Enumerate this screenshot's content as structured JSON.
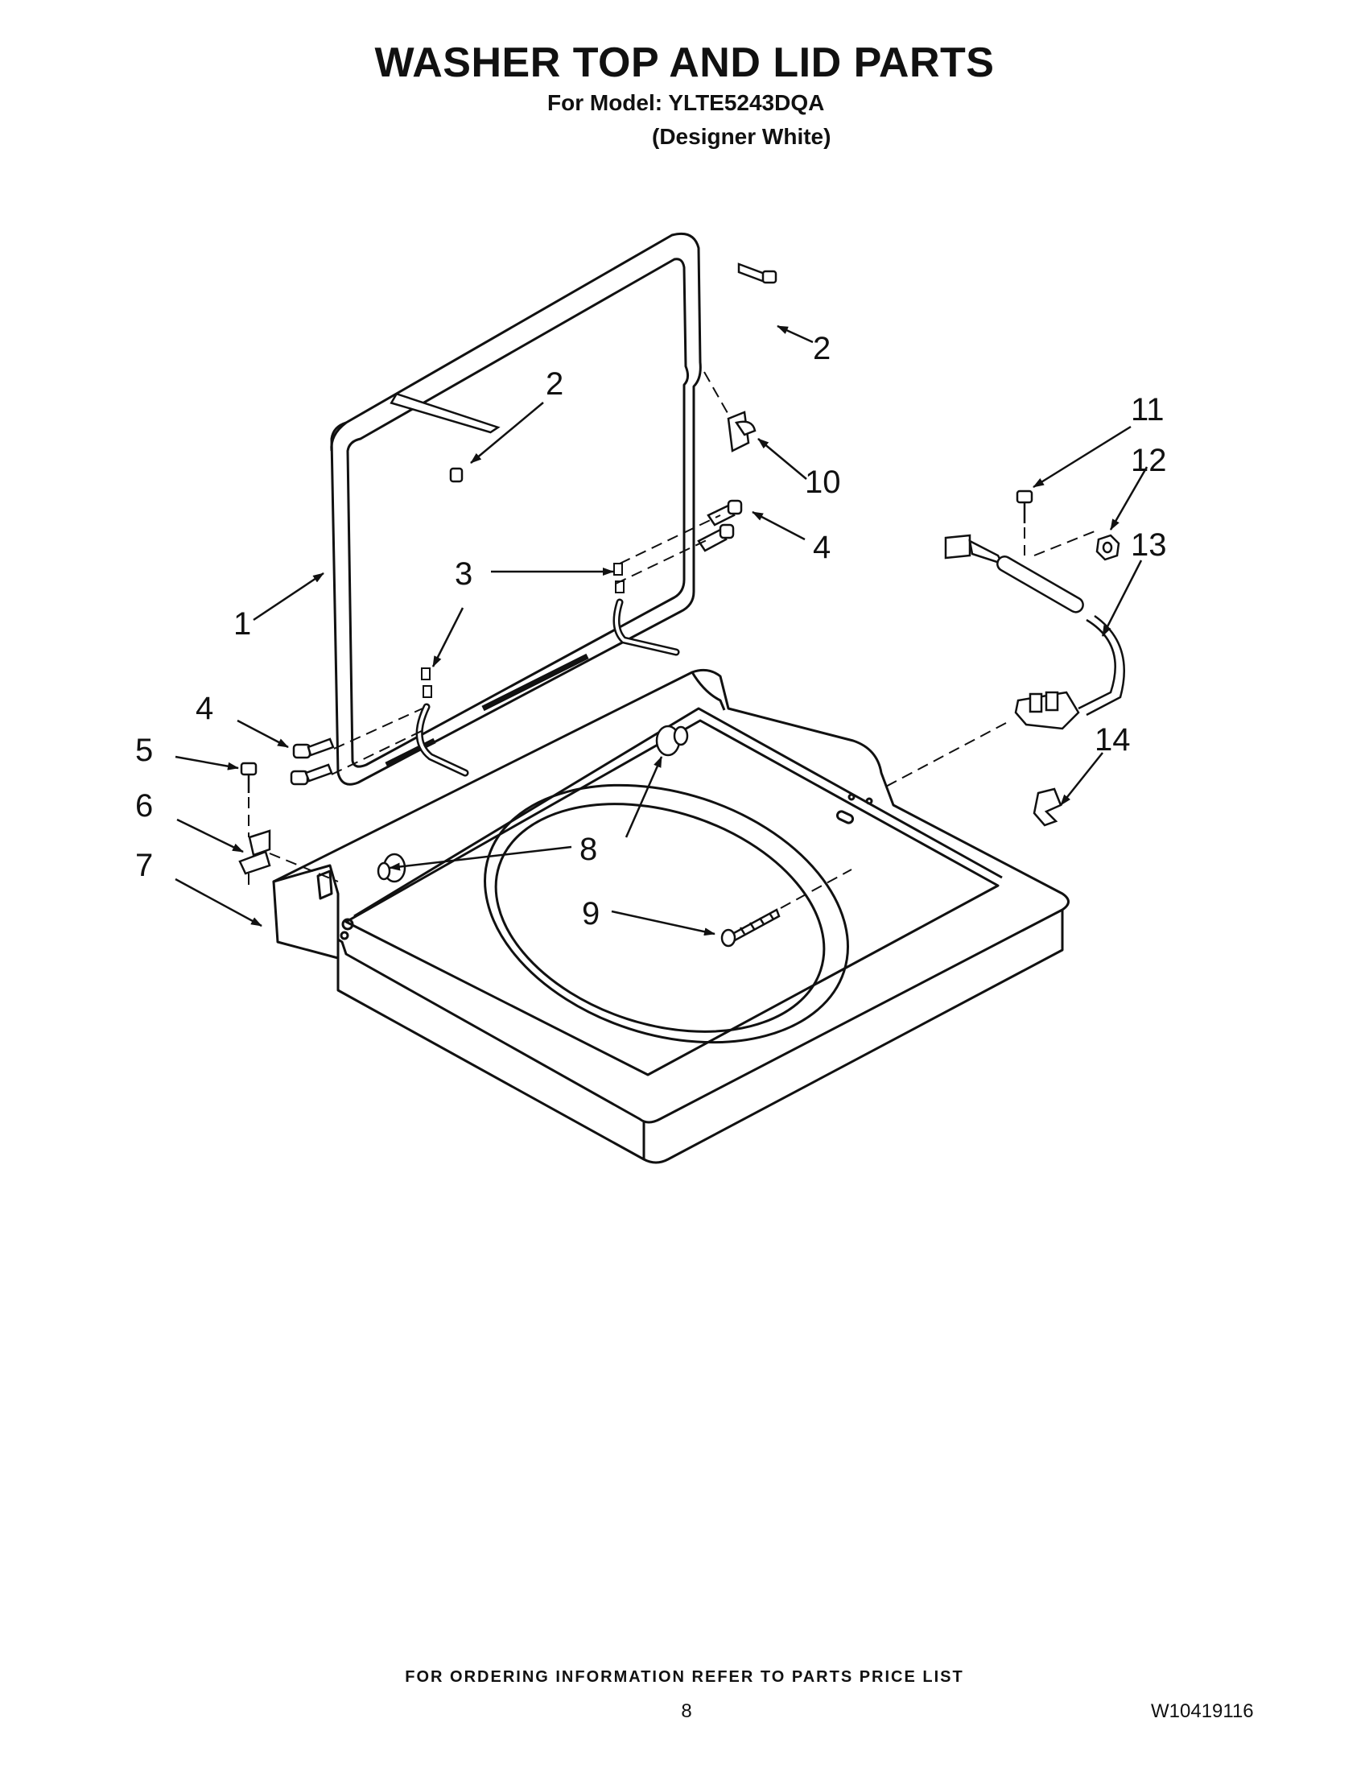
{
  "header": {
    "title": "WASHER TOP AND LID PARTS",
    "model_line": "For Model: YLTE5243DQA",
    "variant": "(Designer White)"
  },
  "diagram": {
    "callouts": [
      "1",
      "2",
      "2",
      "3",
      "4",
      "4",
      "5",
      "6",
      "7",
      "8",
      "9",
      "10",
      "11",
      "12",
      "13",
      "14"
    ]
  },
  "footer": {
    "ordering_note": "FOR ORDERING INFORMATION REFER TO PARTS PRICE LIST",
    "page_number": "8",
    "document_number": "W10419116"
  }
}
